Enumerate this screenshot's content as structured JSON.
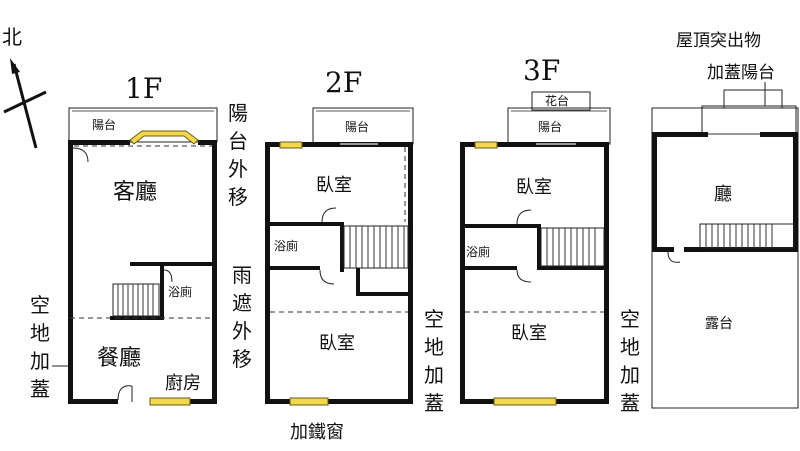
{
  "compass": {
    "label": "北"
  },
  "floors": {
    "f1": {
      "title": "1F",
      "balcony": "陽台",
      "living": "客廳",
      "bath": "浴廁",
      "dining": "餐廳",
      "kitchen": "廚房"
    },
    "f2": {
      "title": "2F",
      "balcony": "陽台",
      "bed_top": "臥室",
      "bath": "浴廁",
      "bed_bottom": "臥室"
    },
    "f3": {
      "title": "3F",
      "planter": "花台",
      "balcony": "陽台",
      "bed_top": "臥室",
      "bath": "浴廁",
      "bed_bottom": "臥室"
    },
    "roof": {
      "hall": "廳",
      "terrace": "露台"
    }
  },
  "notes": {
    "balcony_moved": [
      "陽",
      "台",
      "外",
      "移"
    ],
    "void_covered_left": [
      "空",
      "地",
      "加",
      "蓋"
    ],
    "canopy_moved": [
      "雨",
      "遮",
      "外",
      "移"
    ],
    "void_covered_mid": [
      "空",
      "地",
      "加",
      "蓋"
    ],
    "void_covered_right": [
      "空",
      "地",
      "加",
      "蓋"
    ],
    "iron_window": "加鐵窗",
    "roof_addition": "屋頂突出物",
    "roof_balcony": "加蓋陽台"
  }
}
